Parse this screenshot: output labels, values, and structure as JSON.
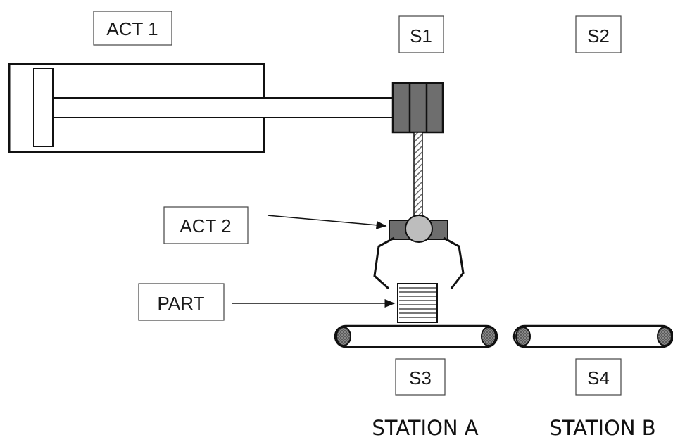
{
  "labels": {
    "act1": "ACT 1",
    "s1": "S1",
    "s2": "S2",
    "act2": "ACT 2",
    "part": "PART",
    "s3": "S3",
    "s4": "S4",
    "station_a": "STATION A",
    "station_b": "STATION B"
  },
  "colors": {
    "outline": "#111111",
    "block_gray": "#6e6e6e",
    "ball_gray": "#bdbdbd",
    "hatch": "#7a7a7a"
  }
}
